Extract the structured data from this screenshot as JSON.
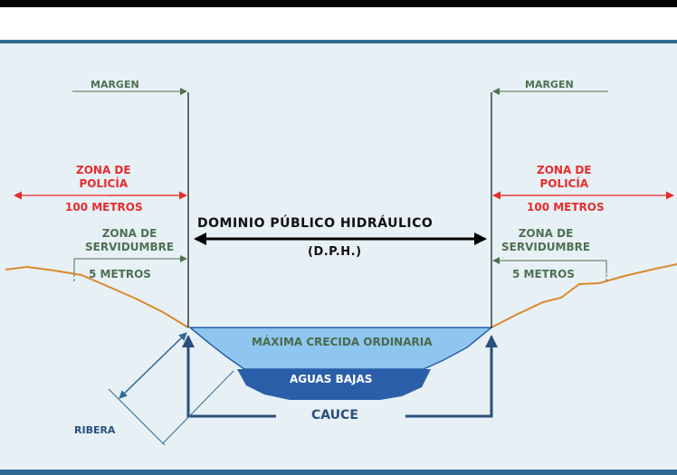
{
  "labels": {
    "margen_left": "MARGEN",
    "margen_right": "MARGEN",
    "zona_policia_left": "ZONA DE\nPOLICÍA",
    "zona_policia_right": "ZONA DE\nPOLICÍA",
    "metros100_left": "100 METROS",
    "metros100_right": "100 METROS",
    "zona_servidumbre_left": "ZONA DE\nSERVIDUMBRE",
    "zona_servidumbre_right": "ZONA DE\nSERVIDUMBRE",
    "metros5_left": "5 METROS",
    "metros5_right": "5 METROS",
    "dph_title": "DOMINIO PÚBLICO HIDRÁULICO",
    "dph_abbr": "(D.P.H.)",
    "maxima_crecida": "MÁXIMA CRECIDA ORDINARIA",
    "aguas_bajas": "AGUAS BAJAS",
    "cauce": "CAUCE",
    "ribera": "RIBERA"
  },
  "colors": {
    "background": "#e7f0f5",
    "frame": "#2f6a92",
    "terrain": "#d98a2c",
    "high_water": "#8fc6f0",
    "low_water": "#2a5ea8",
    "red_arrows": "#e52d2d",
    "green_text": "#4f7051",
    "blue_text": "#2a4f7d"
  }
}
